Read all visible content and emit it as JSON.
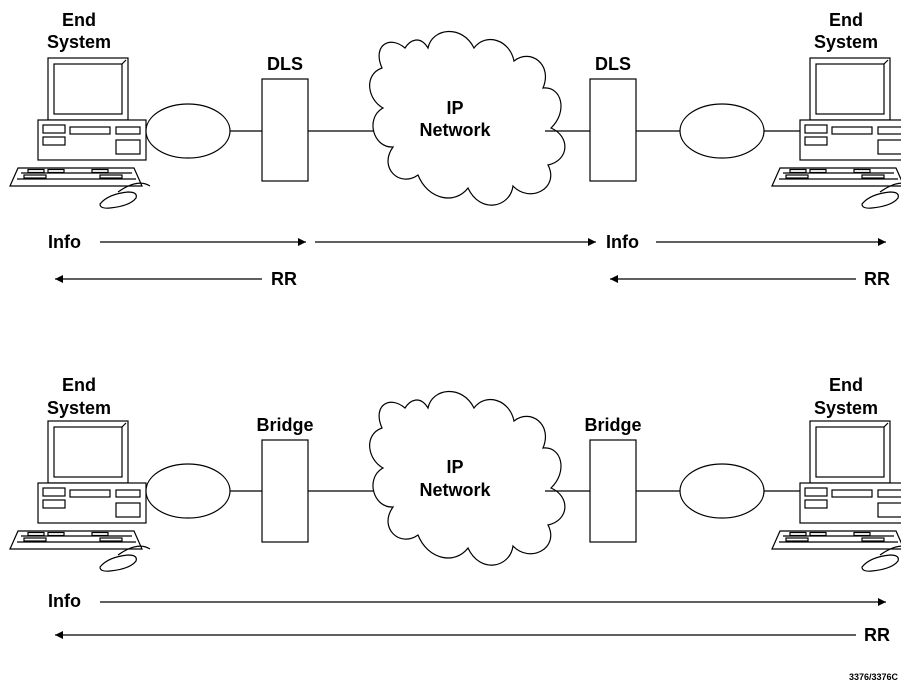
{
  "top": {
    "end_left": {
      "line1": "End",
      "line2": "System"
    },
    "end_right": {
      "line1": "End",
      "line2": "System"
    },
    "node_left": "DLS",
    "node_right": "DLS",
    "cloud": {
      "line1": "IP",
      "line2": "Network"
    },
    "info_left": "Info",
    "info_right": "Info",
    "rr_left": "RR",
    "rr_right": "RR"
  },
  "bottom": {
    "end_left": {
      "line1": "End",
      "line2": "System"
    },
    "end_right": {
      "line1": "End",
      "line2": "System"
    },
    "node_left": "Bridge",
    "node_right": "Bridge",
    "cloud": {
      "line1": "IP",
      "line2": "Network"
    },
    "info": "Info",
    "rr": "RR"
  },
  "figure_id": "3376/3376C"
}
